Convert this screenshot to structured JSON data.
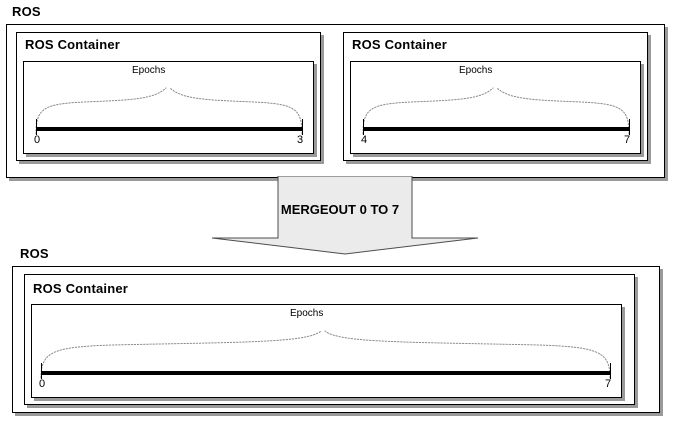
{
  "diagram": {
    "title": "ROS epoch merge diagram",
    "colors": {
      "stroke": "#000000",
      "shadow": "#9a9a9a",
      "arrow_fill": "#ebebeb",
      "arrow_stroke": "#4d4d4d",
      "background": "#ffffff"
    }
  },
  "top": {
    "ros_label": "ROS",
    "containers": [
      {
        "title": "ROS Container",
        "epochs_label": "Epochs",
        "start": "0",
        "end": "3"
      },
      {
        "title": "ROS Container",
        "epochs_label": "Epochs",
        "start": "4",
        "end": "7"
      }
    ]
  },
  "arrow": {
    "label": "MERGEOUT 0 TO 7",
    "direction": "down"
  },
  "bottom": {
    "ros_label": "ROS",
    "containers": [
      {
        "title": "ROS Container",
        "epochs_label": "Epochs",
        "start": "0",
        "end": "7"
      }
    ]
  }
}
